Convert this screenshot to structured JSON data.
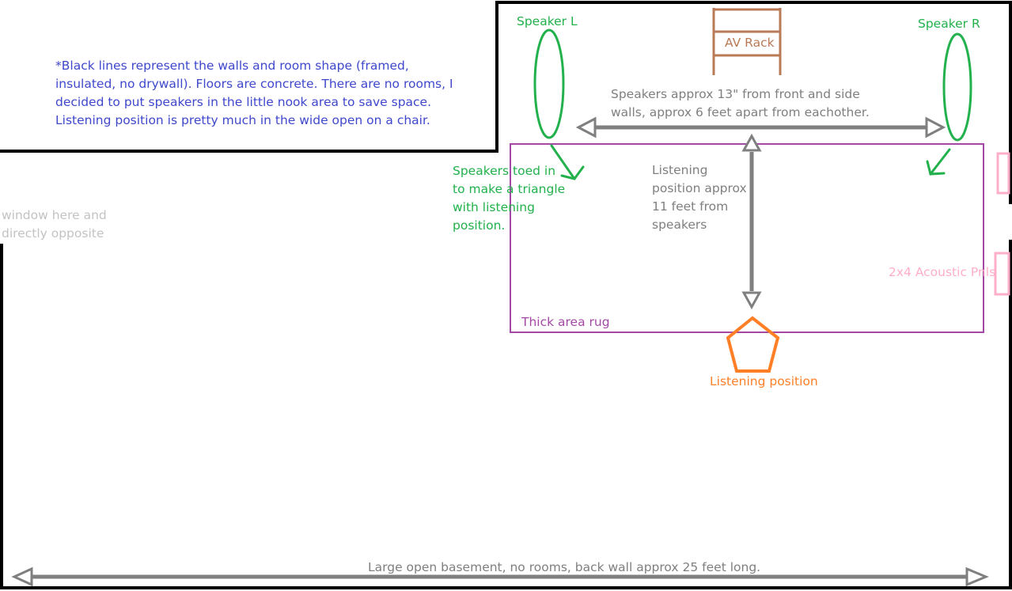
{
  "labels": {
    "note": "*Black lines represent the walls and room shape (framed, insulated, no drywall). Floors are concrete. There are no rooms, I decided to put speakers in the little nook area to save space. Listening position is pretty much in the wide open on a chair.",
    "speaker_left": "Speaker L",
    "speaker_right": "Speaker R",
    "av_rack": "AV Rack",
    "speaker_spacing": "Speakers approx 13\" from front and side\nwalls, approx 6 feet apart from eachother.",
    "toe_in": "Speakers toed in\nto make a triangle\nwith listening\nposition.",
    "listening_distance": "Listening\nposition approx\n11 feet from\nspeakers",
    "window": "window here and\ndirectly opposite",
    "acoustic_panels": "2x4 Acoustic Pnls",
    "rug": "Thick area rug",
    "listening_position": "Listening position",
    "basement": "Large open basement, no rooms, back wall approx 25 feet long."
  },
  "colors": {
    "walls": "#000000",
    "note_text": "#3f48cc",
    "speakers": "#22b14c",
    "av_rack": "#b97a57",
    "measurements": "#7f7f7f",
    "rug": "#a349a4",
    "listening_position": "#ff7f27",
    "acoustic_panels": "#ffaec9",
    "window_text": "#c3c3c3"
  }
}
